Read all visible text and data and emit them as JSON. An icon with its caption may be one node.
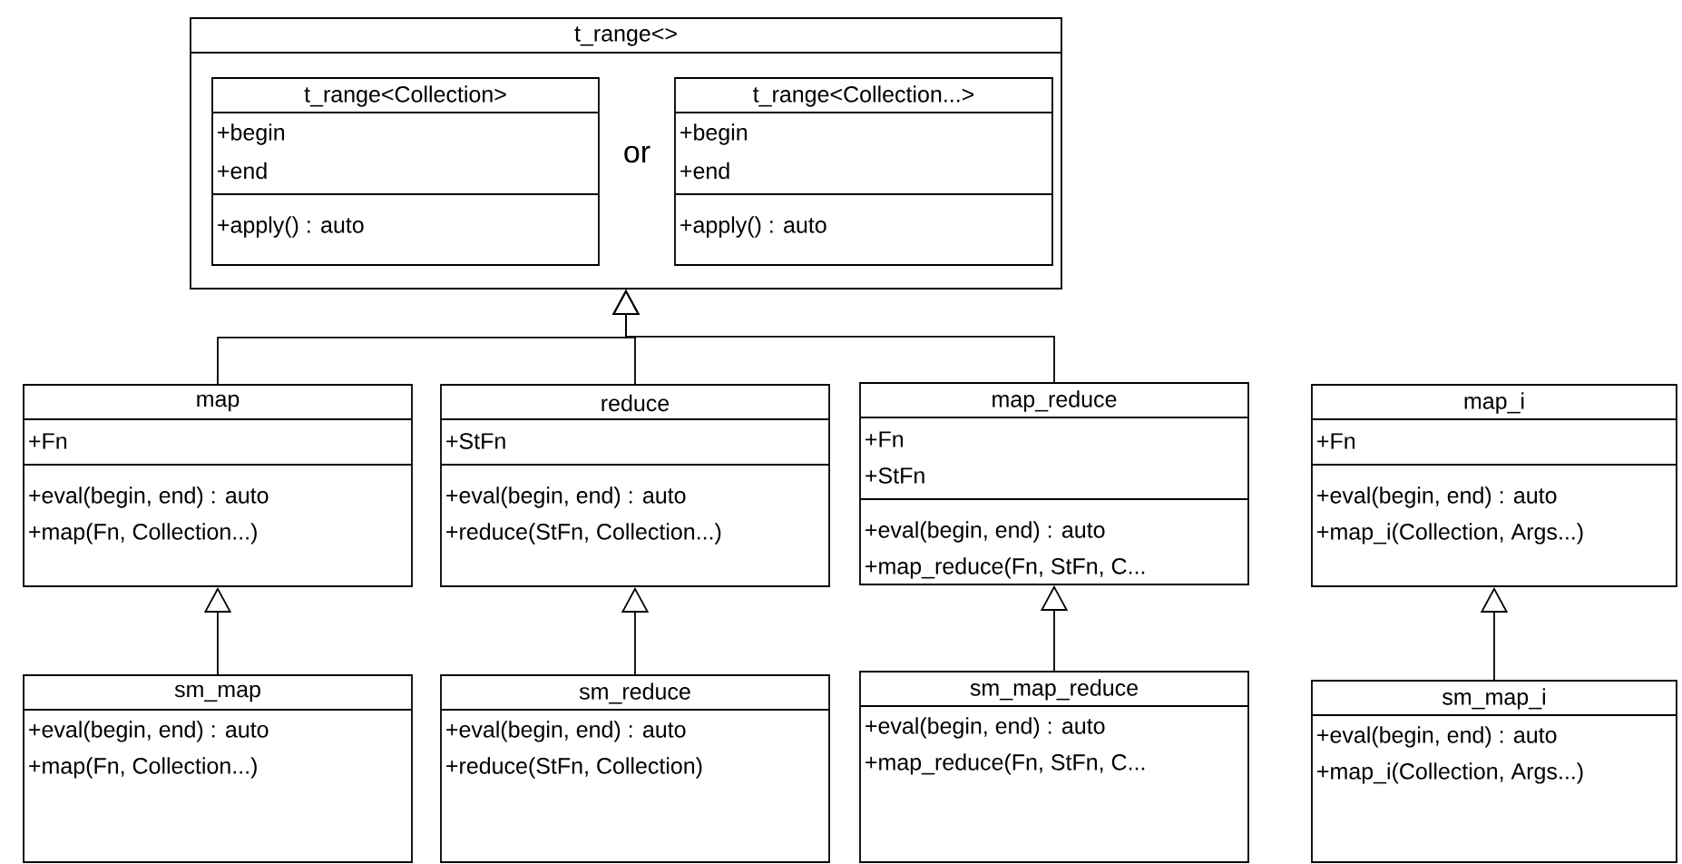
{
  "diagram": {
    "nodes": [
      {
        "text": [
          "t_range<>"
        ]
      },
      {
        "text": [
          "t_range<Collection>",
          "+begin",
          "+end",
          "+apply() : auto"
        ],
        "in": 0
      },
      {
        "text": [
          "t_range<Collection...>",
          "+begin",
          "+end",
          "+apply() : auto"
        ],
        "in": 0
      },
      {
        "text": [
          "map",
          "+Fn",
          "+eval(begin, end) : auto",
          "+map(Fn, Collection...)"
        ]
      },
      {
        "text": [
          "reduce",
          "+StFn",
          "+eval(begin, end) : auto",
          "+reduce(StFn, Collection...)"
        ]
      },
      {
        "text": [
          "map_reduce",
          "+Fn",
          "+StFn",
          "+eval(begin, end) : auto",
          "+map_reduce(Fn, StFn, C..."
        ]
      },
      {
        "text": [
          "map_i",
          "+Fn",
          "+eval(begin, end) : auto",
          "+map_i(Collection, Args...)"
        ]
      },
      {
        "text": [
          "sm_map",
          "+eval(begin, end) : auto",
          "+map(Fn, Collection...)"
        ]
      },
      {
        "text": [
          "sm_reduce",
          "+eval(begin, end) : auto",
          "+reduce(StFn, Collection)"
        ]
      },
      {
        "text": [
          "sm_map_reduce",
          "+eval(begin, end) : auto",
          "+map_reduce(Fn, StFn, C..."
        ]
      },
      {
        "text": [
          "sm_map_i",
          "+eval(begin, end) : auto",
          "+map_i(Collection, Args...)"
        ]
      }
    ],
    "edges": [
      {
        "from": 3,
        "to": 0,
        "arrow": "to"
      },
      {
        "from": 4,
        "to": 0,
        "arrow": "to"
      },
      {
        "from": 5,
        "to": 0,
        "arrow": "to"
      },
      {
        "from": 7,
        "to": 3,
        "arrow": "to"
      },
      {
        "from": 8,
        "to": 4,
        "arrow": "to"
      },
      {
        "from": 9,
        "to": 5,
        "arrow": "to"
      },
      {
        "from": 10,
        "to": 6,
        "arrow": "to"
      }
    ],
    "labels": [
      "or"
    ]
  }
}
